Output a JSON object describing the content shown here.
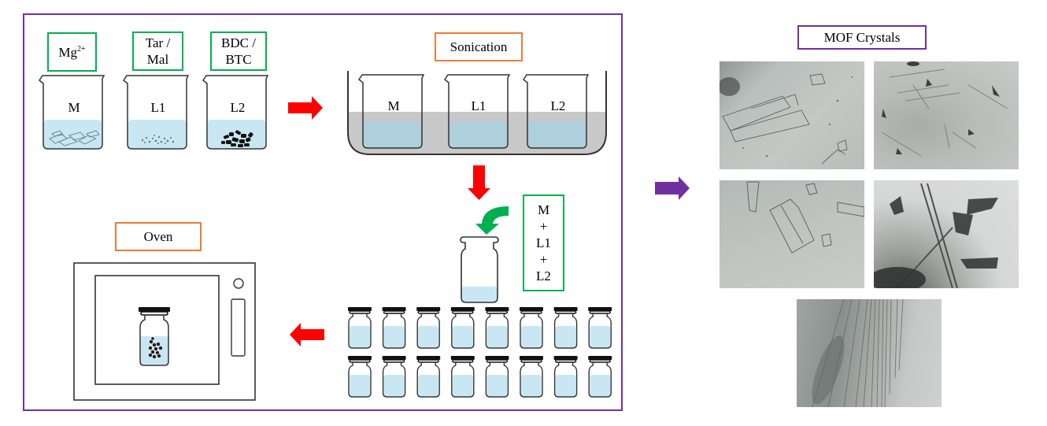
{
  "figure": {
    "domain": "scheme",
    "reagents": [
      {
        "id": "metal",
        "label_main": "Mg",
        "label_sup": "2+",
        "beaker_label": "M"
      },
      {
        "id": "ligand1",
        "label_line1": "Tar /",
        "label_line2": "Mal",
        "beaker_label": "L1"
      },
      {
        "id": "ligand2",
        "label_line1": "BDC /",
        "label_line2": "BTC",
        "beaker_label": "L2"
      }
    ],
    "sonication": {
      "title": "Sonication",
      "beakers": [
        "M",
        "L1",
        "L2"
      ]
    },
    "mixture": {
      "lines": [
        "M",
        "+",
        "L1",
        "+",
        "L2"
      ]
    },
    "vials": {
      "rows": 2,
      "per_row": 8
    },
    "oven": {
      "title": "Oven"
    },
    "results": {
      "title": "MOF Crystals",
      "photo_count": 5
    },
    "colors": {
      "frame": "#7030a0",
      "label_green": "#00b050",
      "label_orange": "#ed7d31",
      "arrow_red": "#ff0000",
      "arrow_green": "#00b050",
      "arrow_purple": "#7030a0",
      "liquid": "#c9e7f3",
      "bath": "#c8c8c8",
      "bath_liquid": "#aecfdc"
    }
  }
}
